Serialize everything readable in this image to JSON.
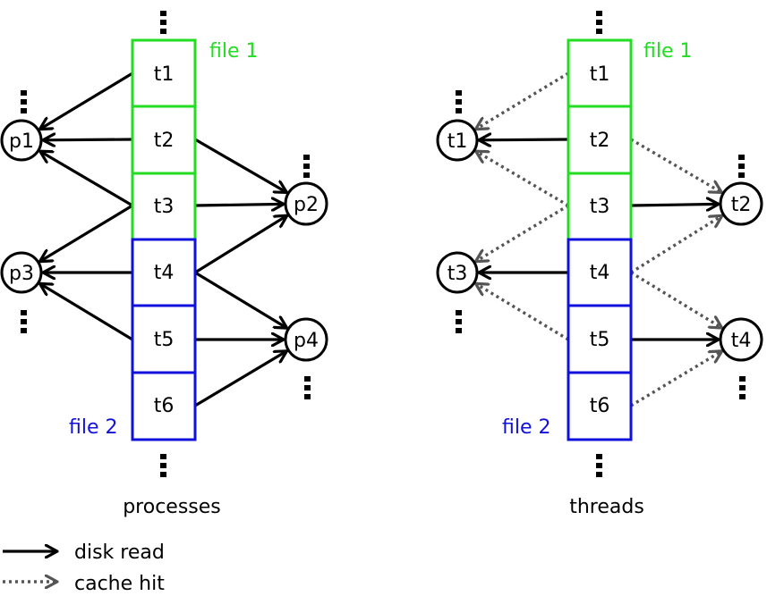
{
  "colors": {
    "file1": "#22dd22",
    "file2": "#1111dd",
    "disk_read": "#000000",
    "cache_hit": "#555555"
  },
  "panels": [
    {
      "caption": "processes",
      "file1_label": "file 1",
      "file2_label": "file 2",
      "tiles": [
        "t1",
        "t2",
        "t3",
        "t4",
        "t5",
        "t6"
      ],
      "nodes": [
        "p1",
        "p2",
        "p3",
        "p4"
      ],
      "edges": [
        {
          "from": "t1",
          "to": "p1",
          "kind": "disk read"
        },
        {
          "from": "t2",
          "to": "p1",
          "kind": "disk read"
        },
        {
          "from": "t3",
          "to": "p1",
          "kind": "disk read"
        },
        {
          "from": "t2",
          "to": "p2",
          "kind": "disk read"
        },
        {
          "from": "t3",
          "to": "p2",
          "kind": "disk read"
        },
        {
          "from": "t4",
          "to": "p2",
          "kind": "disk read"
        },
        {
          "from": "t3",
          "to": "p3",
          "kind": "disk read"
        },
        {
          "from": "t4",
          "to": "p3",
          "kind": "disk read"
        },
        {
          "from": "t5",
          "to": "p3",
          "kind": "disk read"
        },
        {
          "from": "t4",
          "to": "p4",
          "kind": "disk read"
        },
        {
          "from": "t5",
          "to": "p4",
          "kind": "disk read"
        },
        {
          "from": "t6",
          "to": "p4",
          "kind": "disk read"
        }
      ]
    },
    {
      "caption": "threads",
      "file1_label": "file 1",
      "file2_label": "file 2",
      "tiles": [
        "t1",
        "t2",
        "t3",
        "t4",
        "t5",
        "t6"
      ],
      "nodes": [
        "t1",
        "t2",
        "t3",
        "t4"
      ],
      "edges": [
        {
          "from": "t1",
          "to": "t1",
          "kind": "cache hit"
        },
        {
          "from": "t2",
          "to": "t1",
          "kind": "disk read"
        },
        {
          "from": "t3",
          "to": "t1",
          "kind": "cache hit"
        },
        {
          "from": "t2",
          "to": "t2",
          "kind": "cache hit"
        },
        {
          "from": "t3",
          "to": "t2",
          "kind": "disk read"
        },
        {
          "from": "t4",
          "to": "t2",
          "kind": "cache hit"
        },
        {
          "from": "t3",
          "to": "t3",
          "kind": "cache hit"
        },
        {
          "from": "t4",
          "to": "t3",
          "kind": "disk read"
        },
        {
          "from": "t5",
          "to": "t3",
          "kind": "cache hit"
        },
        {
          "from": "t4",
          "to": "t4",
          "kind": "cache hit"
        },
        {
          "from": "t5",
          "to": "t4",
          "kind": "disk read"
        },
        {
          "from": "t6",
          "to": "t4",
          "kind": "cache hit"
        }
      ]
    }
  ],
  "legend": {
    "disk_read_label": "disk read",
    "cache_hit_label": "cache hit"
  }
}
